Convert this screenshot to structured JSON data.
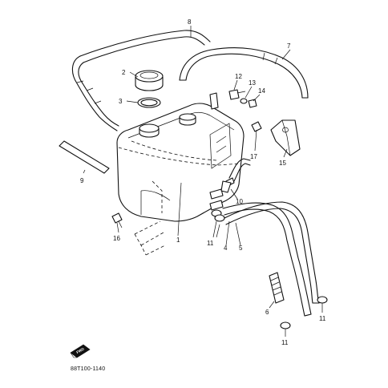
{
  "callouts": {
    "c1": "1",
    "c2": "2",
    "c3": "3",
    "c4": "4",
    "c5": "5",
    "c6": "6",
    "c7": "7",
    "c8": "8",
    "c9": "9",
    "c10": "10",
    "c11a": "11",
    "c11b": "11",
    "c11c": "11",
    "c12": "12",
    "c13": "13",
    "c14": "14",
    "c15": "15",
    "c16": "16",
    "c17": "17"
  },
  "fwd_marker": "FWD",
  "diagram_code": "88T100-1140"
}
